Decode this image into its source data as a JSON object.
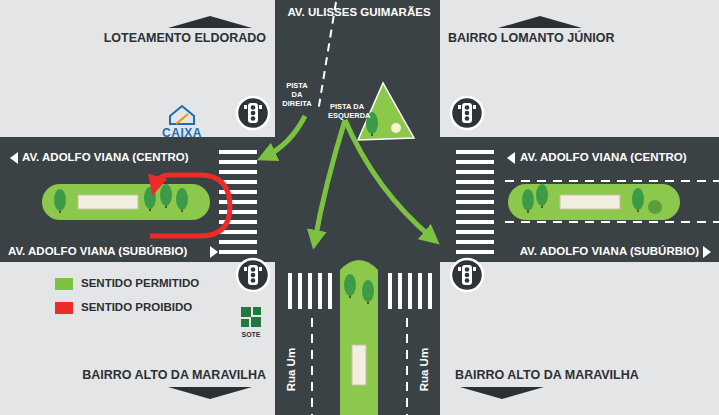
{
  "diagram": {
    "labels": [
      "AV. ULISSES GUIMARÃES",
      "LOTEAMENTO ELDORADO",
      "BAIRRO LOMANTO JÚNIOR",
      "PISTA DA DIREITA",
      "PISTA DA ESQUERDA",
      "CAIXA",
      "AV. ADOLFO VIANA (CENTRO)",
      "AV. ADOLFO VIANA (CENTRO)",
      "AV. ADOLFO VIANA (SUBÚRBIO)",
      "AV. ADOLFO VIANA (SUBÚRBIO)",
      "SOTE",
      "Rua Um",
      "Rua Um",
      "BAIRRO ALTO DA MARAVILHA",
      "BAIRRO ALTO DA MARAVILHA"
    ],
    "legend": [
      {
        "text": "SENTIDO PERMITIDO",
        "color": "#7cc242"
      },
      {
        "text": "SENTIDO PROIBIDO",
        "color": "#ee2a2a"
      }
    ]
  }
}
